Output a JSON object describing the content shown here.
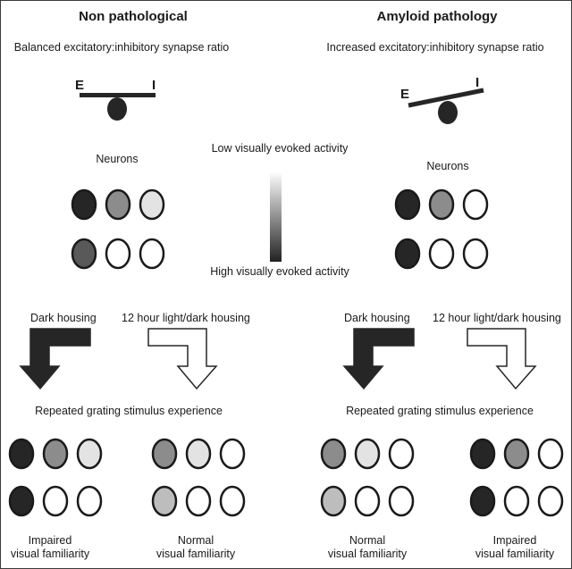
{
  "colors": {
    "black": "#262626",
    "dark_gray": "#595959",
    "mid_gray": "#8c8c8c",
    "light_gray": "#bdbdbd",
    "pale_gray": "#e3e3e3",
    "white": "#ffffff"
  },
  "left_panel": {
    "title": "Non pathological",
    "subtitle": "Balanced excitatory:inhibitory synapse ratio",
    "balance_e": "E",
    "balance_i": "I",
    "neurons_label": "Neurons",
    "neurons": [
      [
        "black",
        "mid_gray",
        "pale_gray"
      ],
      [
        "dark_gray",
        "white",
        "white"
      ]
    ],
    "arrow_dark_label": "Dark housing",
    "arrow_light_label": "12 hour light/dark housing",
    "stimulus_label": "Repeated grating stimulus experience",
    "outcome_a_neurons": [
      [
        "black",
        "mid_gray",
        "pale_gray"
      ],
      [
        "black",
        "white",
        "white"
      ]
    ],
    "outcome_a_line1": "Impaired",
    "outcome_a_line2": "visual familiarity",
    "outcome_b_neurons": [
      [
        "mid_gray",
        "pale_gray",
        "white"
      ],
      [
        "light_gray",
        "white",
        "white"
      ]
    ],
    "outcome_b_line1": "Normal",
    "outcome_b_line2": "visual familiarity"
  },
  "right_panel": {
    "title": "Amyloid pathology",
    "subtitle": "Increased excitatory:inhibitory synapse ratio",
    "balance_e": "E",
    "balance_i": "I",
    "neurons_label": "Neurons",
    "neurons": [
      [
        "black",
        "mid_gray",
        "white"
      ],
      [
        "black",
        "white",
        "white"
      ]
    ],
    "arrow_dark_label": "Dark housing",
    "arrow_light_label": "12 hour light/dark housing",
    "stimulus_label": "Repeated grating stimulus experience",
    "outcome_a_neurons": [
      [
        "mid_gray",
        "pale_gray",
        "white"
      ],
      [
        "light_gray",
        "white",
        "white"
      ]
    ],
    "outcome_a_line1": "Normal",
    "outcome_a_line2": "visual familiarity",
    "outcome_b_neurons": [
      [
        "black",
        "mid_gray",
        "white"
      ],
      [
        "black",
        "white",
        "white"
      ]
    ],
    "outcome_b_line1": "Impaired",
    "outcome_b_line2": "visual familiarity"
  },
  "legend": {
    "top_label": "Low visually evoked activity",
    "bottom_label": "High visually evoked activity"
  }
}
